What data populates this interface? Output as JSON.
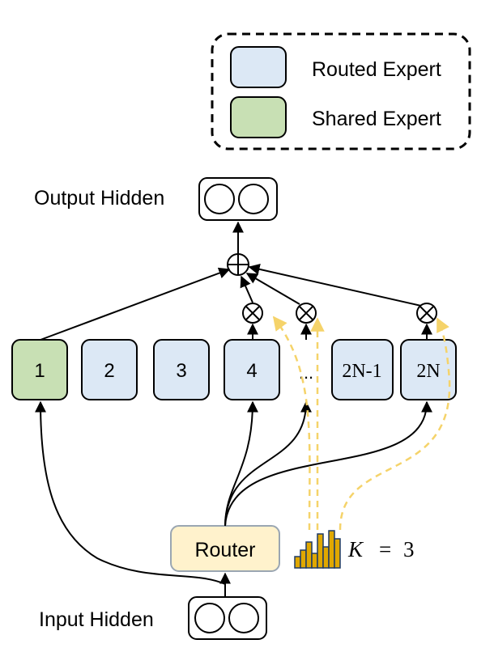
{
  "legend": {
    "routed_label": "Routed Expert",
    "shared_label": "Shared Expert"
  },
  "output": {
    "label": "Output Hidden"
  },
  "input": {
    "label": "Input Hidden"
  },
  "experts": [
    {
      "label": "1",
      "kind": "shared"
    },
    {
      "label": "2",
      "kind": "routed"
    },
    {
      "label": "3",
      "kind": "routed"
    },
    {
      "label": "4",
      "kind": "routed"
    },
    {
      "label": "2N-1",
      "kind": "routed"
    },
    {
      "label": "2N",
      "kind": "routed"
    }
  ],
  "ellipsis": "...",
  "router": {
    "label": "Router"
  },
  "topk": {
    "k_symbol": "K",
    "equals": "=",
    "value": "3"
  },
  "colors": {
    "routed_fill": "#dce8f5",
    "shared_fill": "#c8e0b4",
    "router_fill": "#fff2cc",
    "router_stroke": "#9aa6b2",
    "gate_dashed": "#f5d36a",
    "bars": "#e0a800",
    "bars_stroke": "#1f3a66",
    "line": "#000000"
  }
}
